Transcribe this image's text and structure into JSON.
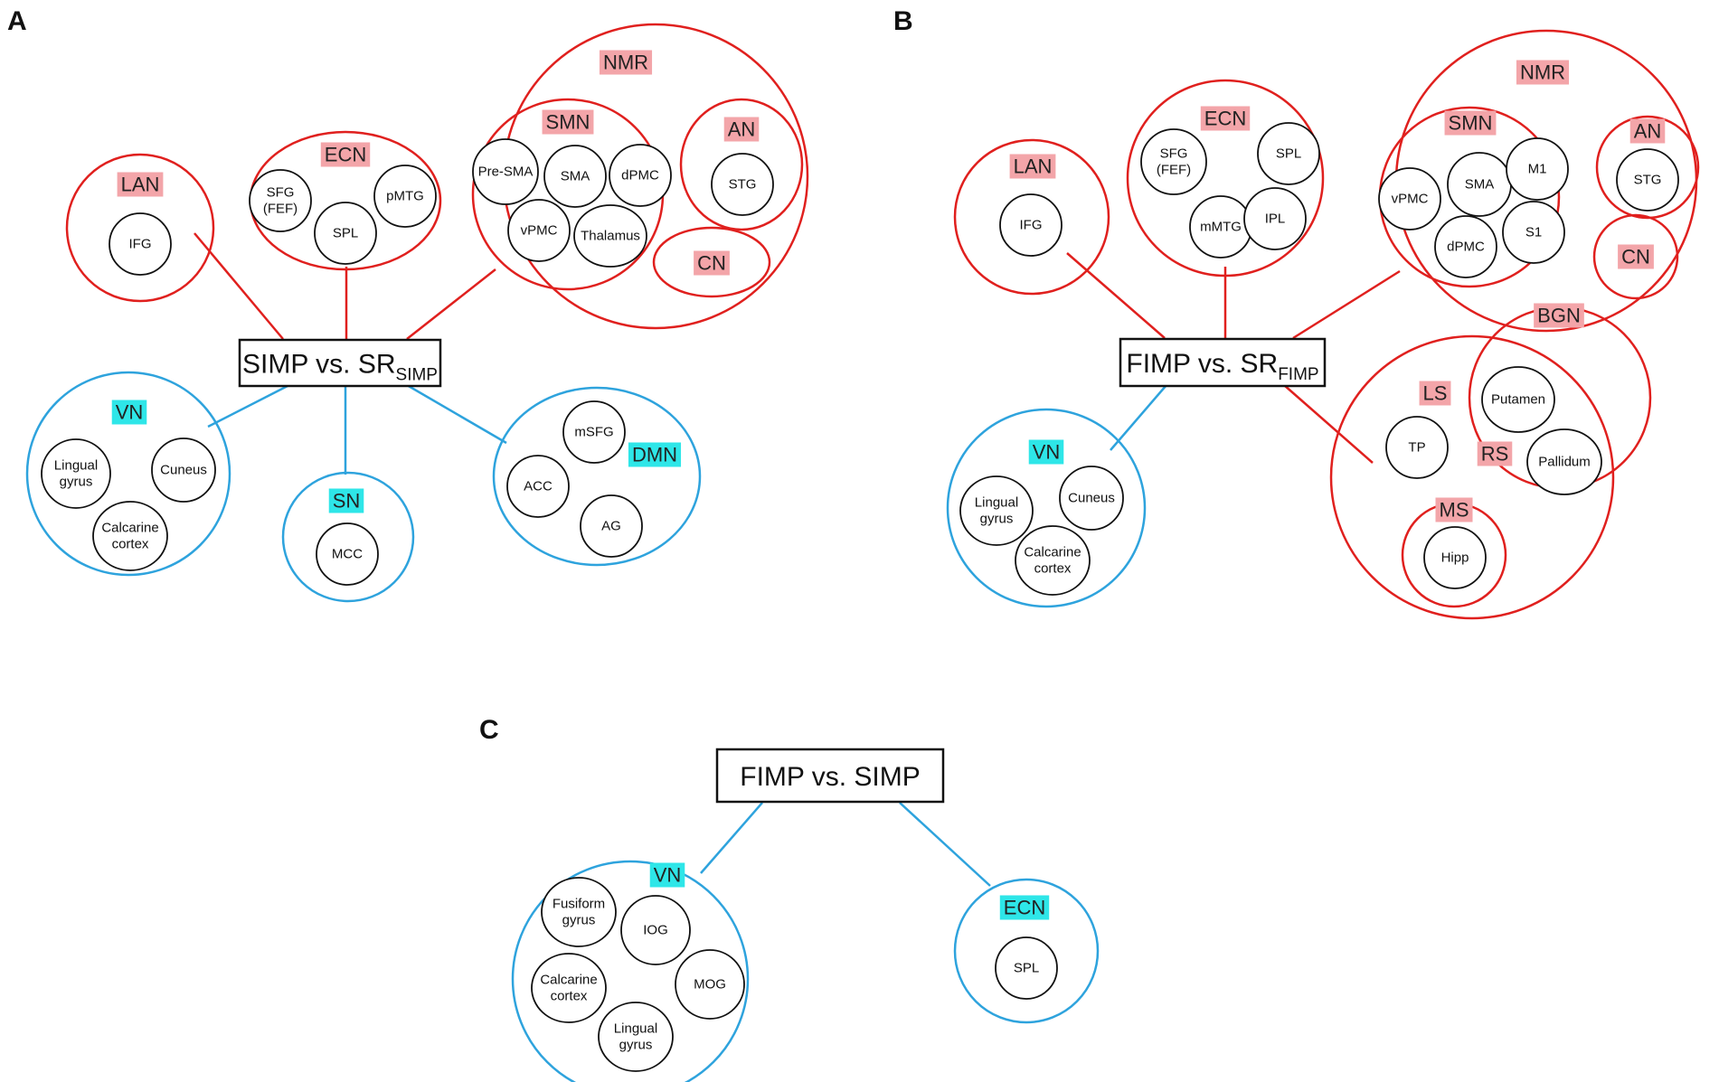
{
  "colors": {
    "positive_network": "#e0201e",
    "negative_network": "#2ea3dd",
    "positive_label_bg": "#f3a5a9",
    "negative_label_bg": "#2ee6e8",
    "region_stroke": "#111111"
  },
  "panels": {
    "A": {
      "letter": "A",
      "center": {
        "main": "SIMP vs. SR",
        "sub": "SIMP"
      },
      "networks": {
        "LAN": {
          "label": "LAN",
          "regions": {
            "IFG": [
              "IFG"
            ]
          }
        },
        "ECN": {
          "label": "ECN",
          "regions": {
            "SFG": [
              "SFG",
              "(FEF)"
            ],
            "pMTG": [
              "pMTG"
            ],
            "SPL": [
              "SPL"
            ]
          }
        },
        "NMR": {
          "label": "NMR"
        },
        "SMN": {
          "label": "SMN",
          "regions": {
            "PreSMA": [
              "Pre-SMA"
            ],
            "SMA": [
              "SMA"
            ],
            "dPMC": [
              "dPMC"
            ],
            "vPMC": [
              "vPMC"
            ],
            "Thalamus": [
              "Thalamus"
            ]
          }
        },
        "AN": {
          "label": "AN",
          "regions": {
            "STG": [
              "STG"
            ]
          }
        },
        "CN": {
          "label": "CN"
        },
        "VN": {
          "label": "VN",
          "regions": {
            "Lingual": [
              "Lingual",
              "gyrus"
            ],
            "Cuneus": [
              "Cuneus"
            ],
            "Calcarine": [
              "Calcarine",
              "cortex"
            ]
          }
        },
        "SN": {
          "label": "SN",
          "regions": {
            "MCC": [
              "MCC"
            ]
          }
        },
        "DMN": {
          "label": "DMN",
          "regions": {
            "mSFG": [
              "mSFG"
            ],
            "ACC": [
              "ACC"
            ],
            "AG": [
              "AG"
            ]
          }
        }
      }
    },
    "B": {
      "letter": "B",
      "center": {
        "main": "FIMP vs. SR",
        "sub": "FIMP"
      },
      "networks": {
        "LAN": {
          "label": "LAN",
          "regions": {
            "IFG": [
              "IFG"
            ]
          }
        },
        "ECN": {
          "label": "ECN",
          "regions": {
            "SFG": [
              "SFG",
              "(FEF)"
            ],
            "SPL": [
              "SPL"
            ],
            "mMTG": [
              "mMTG"
            ],
            "IPL": [
              "IPL"
            ]
          }
        },
        "NMR": {
          "label": "NMR"
        },
        "SMN": {
          "label": "SMN",
          "regions": {
            "vPMC": [
              "vPMC"
            ],
            "SMA": [
              "SMA"
            ],
            "M1": [
              "M1"
            ],
            "dPMC": [
              "dPMC"
            ],
            "S1": [
              "S1"
            ]
          }
        },
        "AN": {
          "label": "AN",
          "regions": {
            "STG": [
              "STG"
            ]
          }
        },
        "CN": {
          "label": "CN"
        },
        "BGN": {
          "label": "BGN"
        },
        "LS": {
          "label": "LS",
          "regions": {
            "TP": [
              "TP"
            ]
          }
        },
        "RS": {
          "label": "RS",
          "regions": {
            "Putamen": [
              "Putamen"
            ],
            "Pallidum": [
              "Pallidum"
            ]
          }
        },
        "MS": {
          "label": "MS",
          "regions": {
            "Hipp": [
              "Hipp"
            ]
          }
        },
        "VN": {
          "label": "VN",
          "regions": {
            "Lingual": [
              "Lingual",
              "gyrus"
            ],
            "Cuneus": [
              "Cuneus"
            ],
            "Calcarine": [
              "Calcarine",
              "cortex"
            ]
          }
        }
      }
    },
    "C": {
      "letter": "C",
      "center": {
        "main": "FIMP vs. SIMP",
        "sub": ""
      },
      "networks": {
        "VN": {
          "label": "VN",
          "regions": {
            "Fusiform": [
              "Fusiform",
              "gyrus"
            ],
            "IOG": [
              "IOG"
            ],
            "Calcarine": [
              "Calcarine",
              "cortex"
            ],
            "MOG": [
              "MOG"
            ],
            "Lingual": [
              "Lingual",
              "gyrus"
            ]
          }
        },
        "ECN": {
          "label": "ECN",
          "regions": {
            "SPL": [
              "SPL"
            ]
          }
        }
      }
    }
  }
}
